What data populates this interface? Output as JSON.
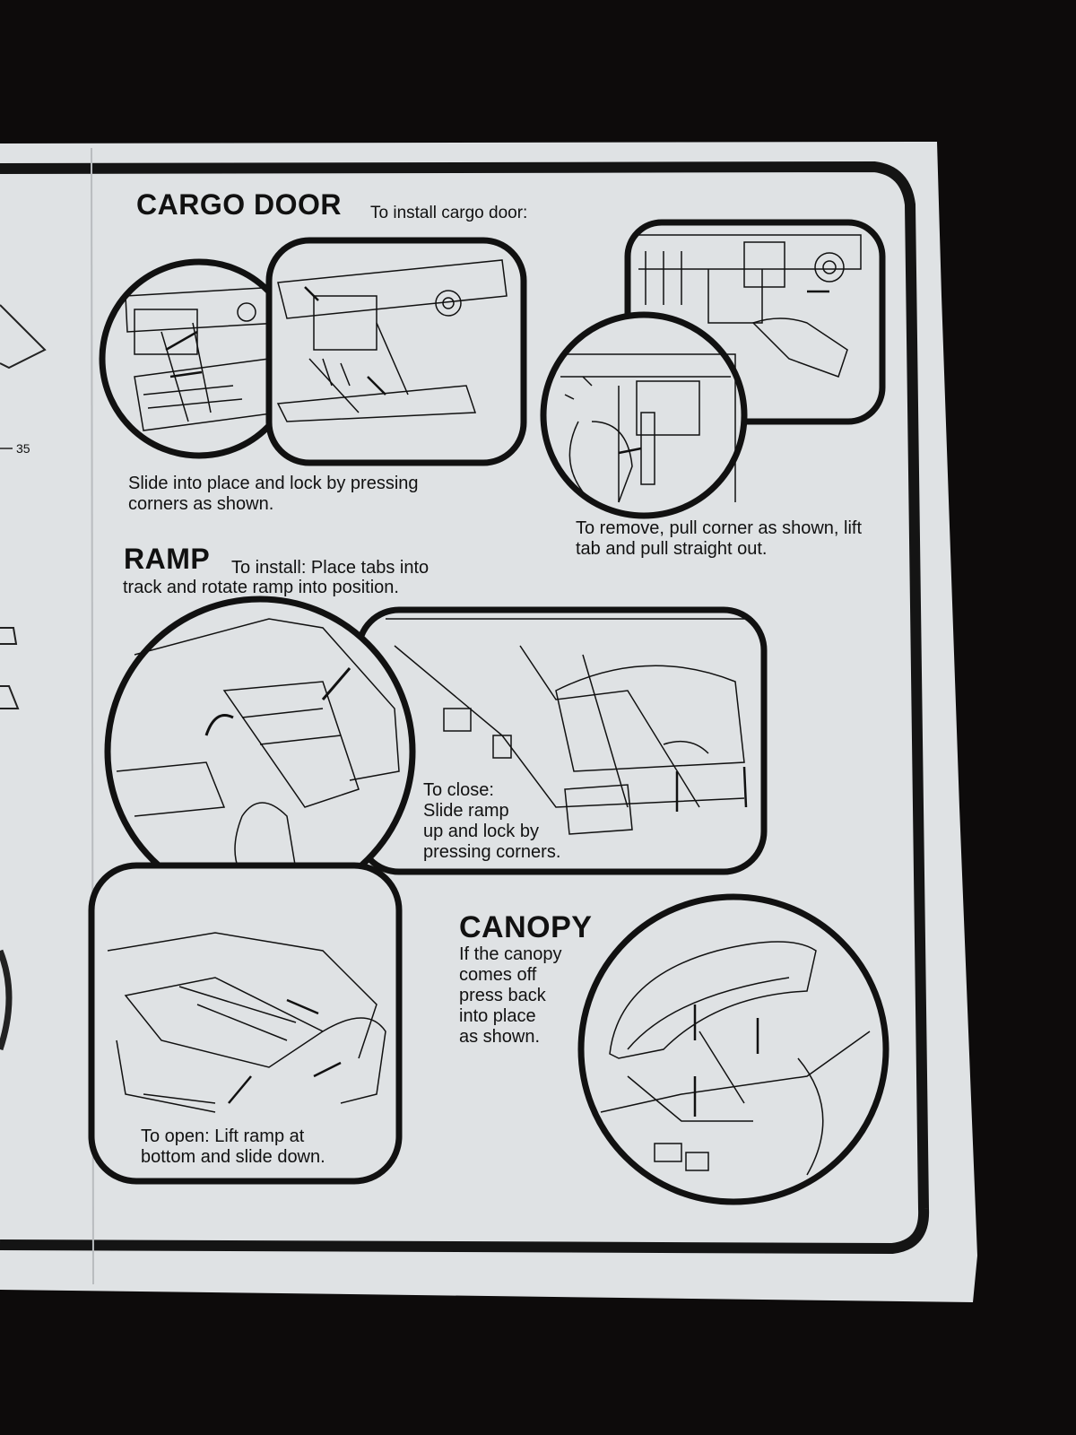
{
  "page_number": "35",
  "cargo_door": {
    "heading": "CARGO DOOR",
    "intro": "To install cargo door:",
    "install_caption": "Slide into place and lock by pressing\ncorners as shown.",
    "remove_caption": "To remove, pull corner as shown, lift\ntab and pull straight out."
  },
  "ramp": {
    "heading": "RAMP",
    "intro_line1": "To install: Place tabs into",
    "intro_line2": "track and rotate ramp into position.",
    "close_caption": "To close:\nSlide ramp\nup and lock by\npressing corners.",
    "open_caption": "To open: Lift ramp at\nbottom and slide down."
  },
  "canopy": {
    "heading": "CANOPY",
    "caption": "If the canopy\ncomes off\npress back\ninto place\nas shown."
  },
  "colors": {
    "paper": "#dfe2e4",
    "ink": "#111111",
    "background": "#0d0b0b"
  }
}
